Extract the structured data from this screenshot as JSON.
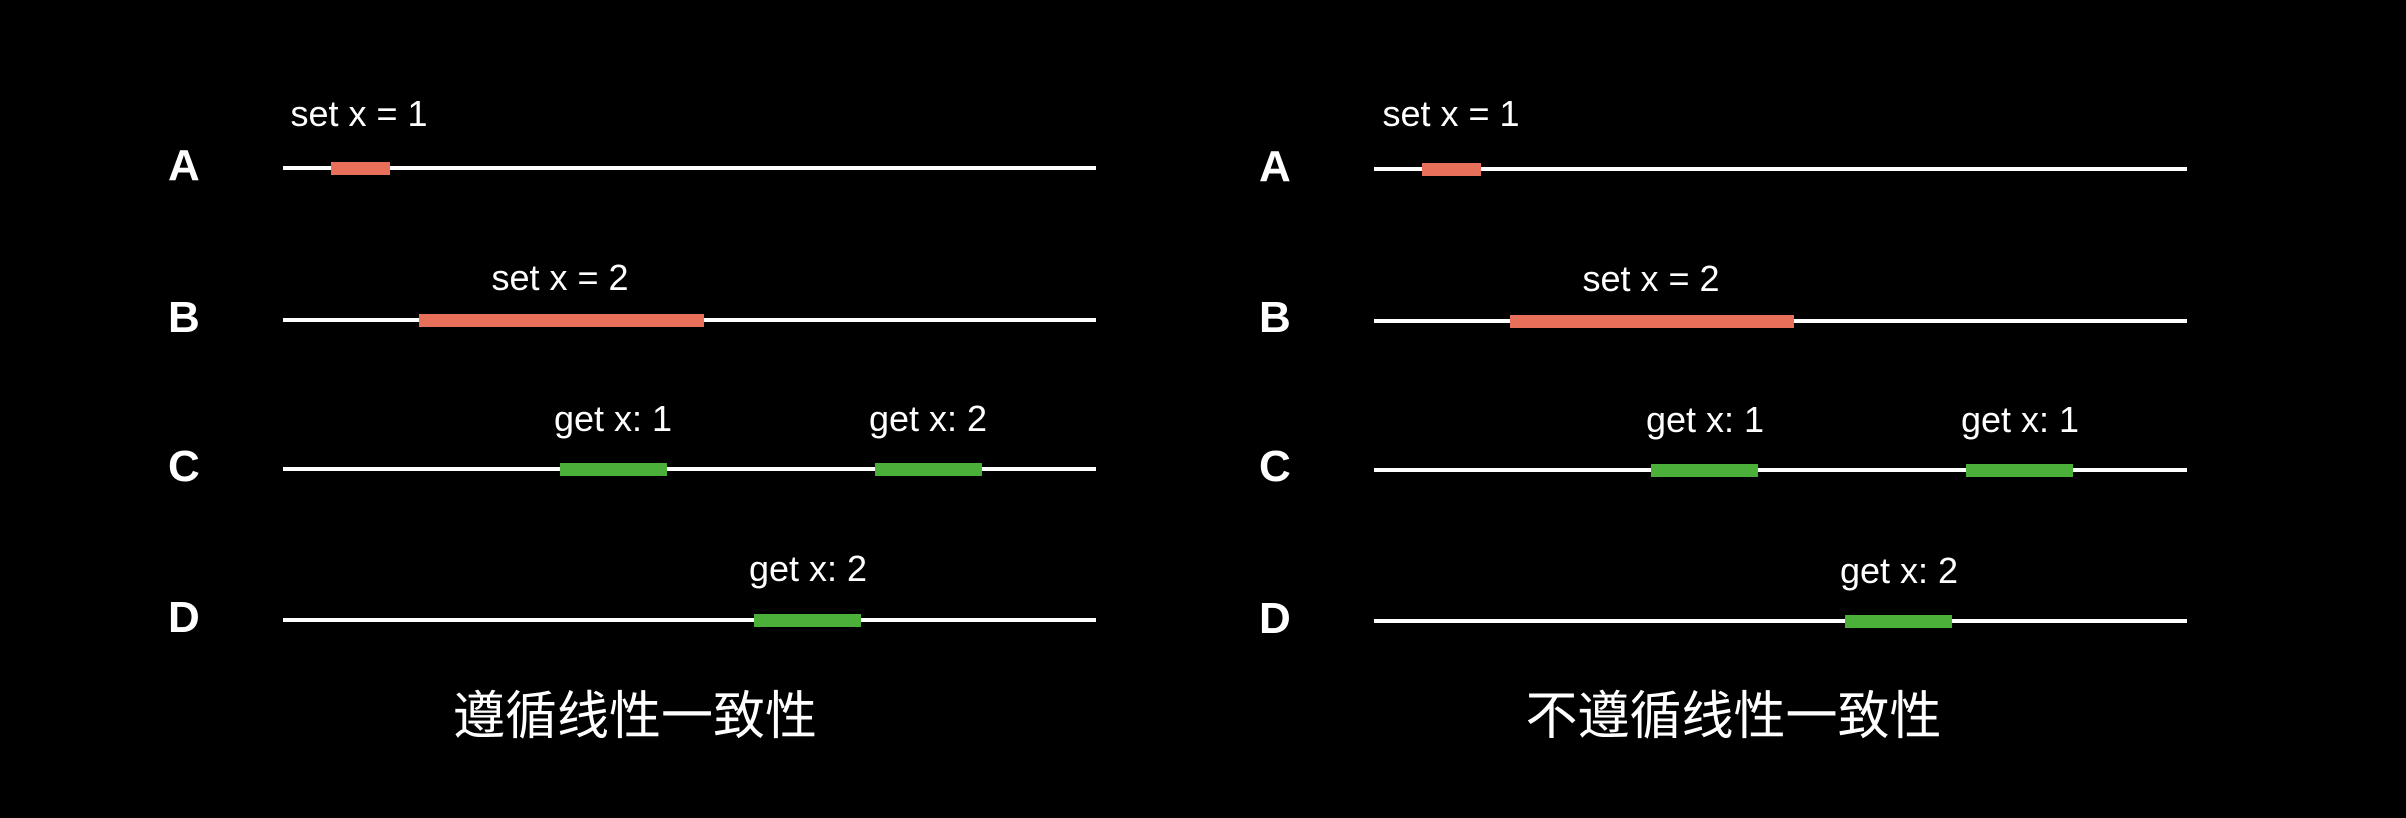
{
  "colors": {
    "background": "#000000",
    "timeline": "#ffffff",
    "write": "#e8705a",
    "read": "#4bb03a"
  },
  "panels": [
    {
      "caption": "遵循线性一致性",
      "rows": [
        {
          "label": "A",
          "ops": [
            {
              "kind": "write",
              "text": "set x = 1"
            }
          ]
        },
        {
          "label": "B",
          "ops": [
            {
              "kind": "write",
              "text": "set x = 2"
            }
          ]
        },
        {
          "label": "C",
          "ops": [
            {
              "kind": "read",
              "text": "get x: 1"
            },
            {
              "kind": "read",
              "text": "get x: 2"
            }
          ]
        },
        {
          "label": "D",
          "ops": [
            {
              "kind": "read",
              "text": "get x: 2"
            }
          ]
        }
      ]
    },
    {
      "caption": "不遵循线性一致性",
      "rows": [
        {
          "label": "A",
          "ops": [
            {
              "kind": "write",
              "text": "set x = 1"
            }
          ]
        },
        {
          "label": "B",
          "ops": [
            {
              "kind": "write",
              "text": "set x = 2"
            }
          ]
        },
        {
          "label": "C",
          "ops": [
            {
              "kind": "read",
              "text": "get x: 1"
            },
            {
              "kind": "read",
              "text": "get x: 1"
            }
          ]
        },
        {
          "label": "D",
          "ops": [
            {
              "kind": "read",
              "text": "get x: 2"
            }
          ]
        }
      ]
    }
  ]
}
